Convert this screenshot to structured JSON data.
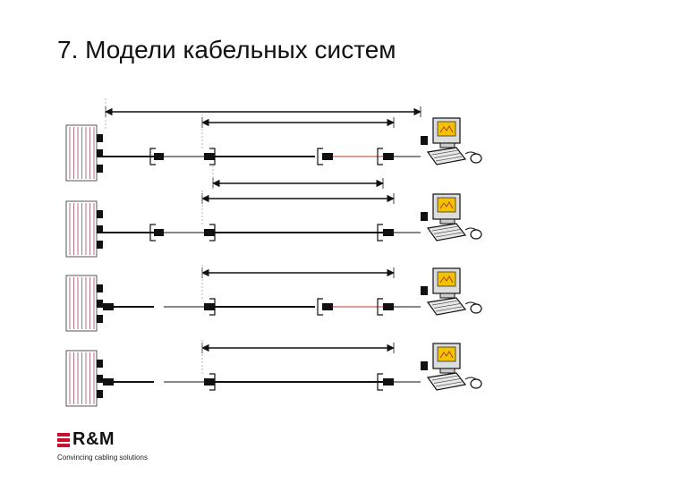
{
  "slide": {
    "title": "7. Модели кабельных систем"
  },
  "logo": {
    "name": "R&M",
    "tagline": "Convincing cabling solutions"
  },
  "colors": {
    "cable": "#111111",
    "cord": "#c0392b",
    "panel_stripe": "#b0728a",
    "screen": "#f2c200"
  },
  "rows": [
    {
      "consolidation_point": true,
      "extra_dimension": true
    },
    {
      "consolidation_point": false,
      "extra_dimension": false
    },
    {
      "consolidation_point": true,
      "extra_dimension": false
    },
    {
      "consolidation_point": false,
      "extra_dimension": false
    }
  ]
}
